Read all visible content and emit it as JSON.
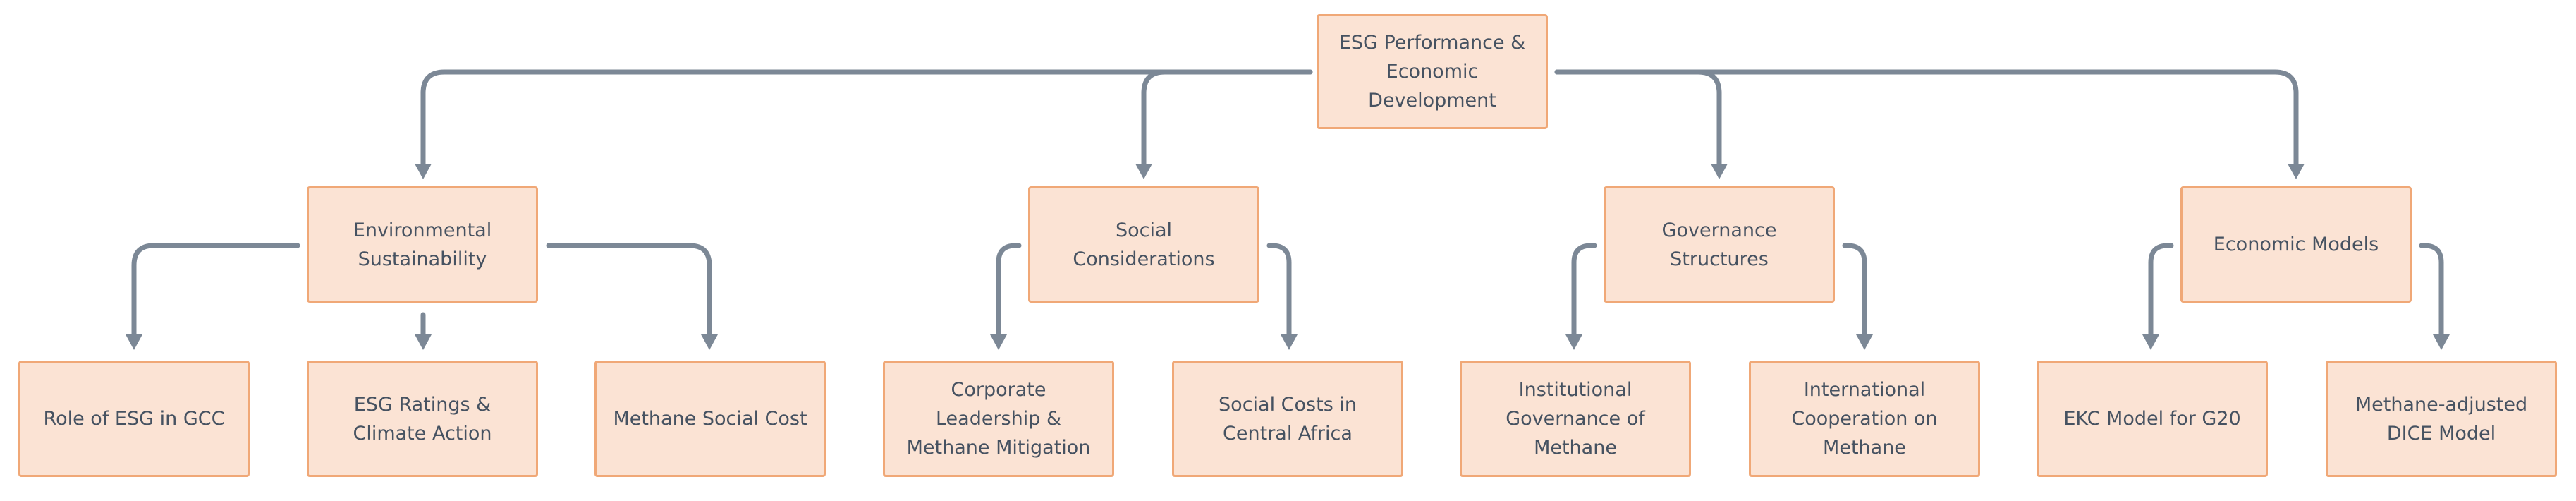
{
  "diagram": {
    "root": {
      "label": "ESG Performance &\nEconomic\nDevelopment"
    },
    "categories": [
      {
        "label": "Environmental\nSustainability",
        "children": [
          "Role of ESG in GCC",
          "ESG Ratings &\nClimate Action",
          "Methane Social Cost"
        ]
      },
      {
        "label": "Social Considerations",
        "children": [
          "Corporate\nLeadership &\nMethane Mitigation",
          "Social Costs in\nCentral Africa"
        ]
      },
      {
        "label": "Governance\nStructures",
        "children": [
          "Institutional\nGovernance of\nMethane",
          "International\nCooperation on\nMethane"
        ]
      },
      {
        "label": "Economic Models",
        "children": [
          "EKC Model for G20",
          "Methane-adjusted\nDICE Model"
        ]
      }
    ],
    "colors": {
      "node_fill": "#fbe3d4",
      "node_border": "#f0a877",
      "text": "#465261",
      "connector": "#7c8896"
    }
  }
}
